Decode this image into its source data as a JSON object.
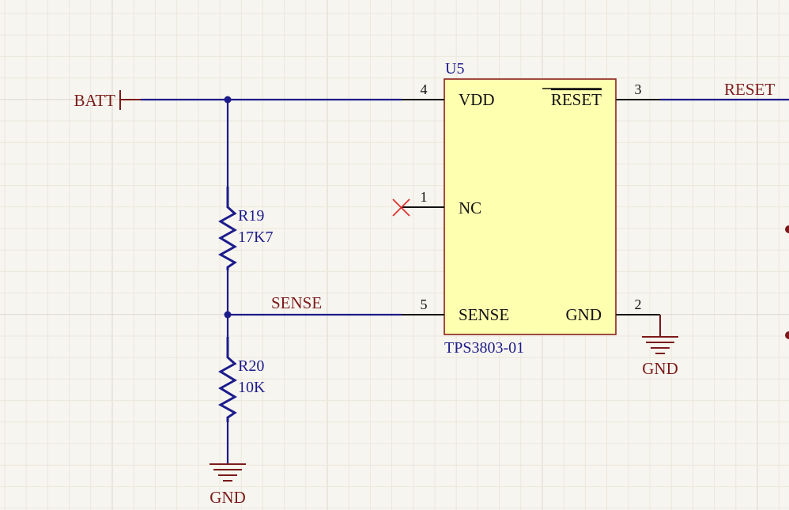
{
  "schematic": {
    "nets": {
      "batt": "BATT",
      "reset": "RESET",
      "sense": "SENSE"
    },
    "u5": {
      "designator": "U5",
      "part": "TPS3803-01",
      "pins": {
        "vdd": {
          "number": "4",
          "name": "VDD"
        },
        "nc": {
          "number": "1",
          "name": "NC"
        },
        "sense": {
          "number": "5",
          "name": "SENSE"
        },
        "reset": {
          "number": "3",
          "name": "RESET"
        },
        "gnd": {
          "number": "2",
          "name": "GND"
        }
      }
    },
    "r19": {
      "designator": "R19",
      "value": "17K7"
    },
    "r20": {
      "designator": "R20",
      "value": "10K"
    },
    "gnd_labels": {
      "resistor_gnd": "GND",
      "ic_gnd": "GND"
    },
    "colors": {
      "wire": "#1c1c8c",
      "net_label": "#7b1a1a",
      "ic_body": "#ffffb0",
      "no_connect": "#e03030"
    }
  }
}
